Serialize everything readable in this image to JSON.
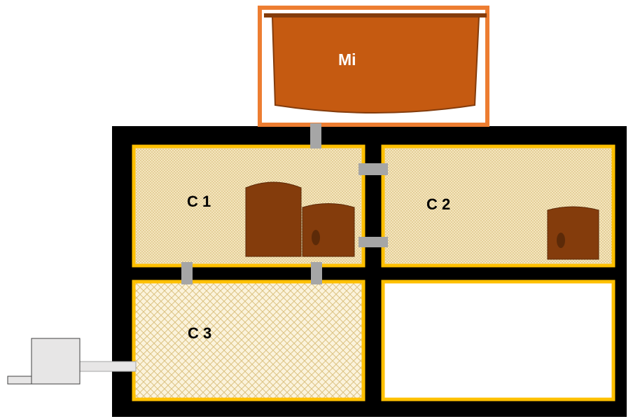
{
  "labels": {
    "top_container": "Mi",
    "chamber_1": "C 1",
    "chamber_2": "C 2",
    "chamber_3": "C 3"
  },
  "colors": {
    "outer_block": "#000000",
    "chamber_border": "#FFC000",
    "chamber_fill": "#F2E3B8",
    "mesh_line": "#E3C98E",
    "mi_frame": "#ED7D31",
    "mi_basin": "#C55A11",
    "mi_basin_dark": "#843C0C",
    "object_brown": "#843C0C",
    "object_hole": "#5C2A08",
    "connector_gray": "#A6A6A6",
    "device_fill": "#E7E6E6",
    "device_stroke": "#404040"
  }
}
